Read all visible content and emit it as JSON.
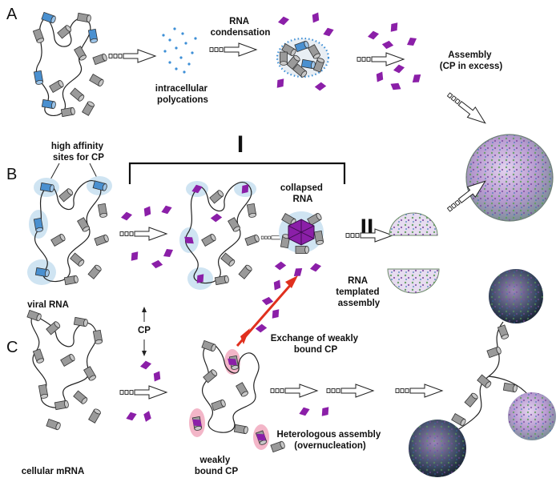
{
  "panels": {
    "a": "A",
    "b": "B",
    "c": "C"
  },
  "stage_marks": {
    "one": "I",
    "two": "II"
  },
  "labels": {
    "rna_condensation": [
      "RNA",
      "condensation"
    ],
    "polycations": [
      "intracellular",
      "polycations"
    ],
    "assembly_excess": [
      "Assembly",
      "(CP in excess)"
    ],
    "high_affinity": [
      "high affinity",
      "sites for CP"
    ],
    "collapsed_rna": [
      "collapsed",
      "RNA"
    ],
    "viral_rna": "viral RNA",
    "cp": "CP",
    "rna_templated": [
      "RNA",
      "templated",
      "assembly"
    ],
    "exchange": [
      "Exchange of weakly",
      "bound CP"
    ],
    "weakly_bound": [
      "weakly",
      "bound CP"
    ],
    "heterologous": [
      "Heterologous assembly",
      "(overnucleation)"
    ],
    "cellular_mrna": "cellular mRNA"
  },
  "colors": {
    "capsid_protein": "#8b1fa8",
    "high_affinity_site": "#4a90d0",
    "affinity_halo": "#cfe4f2",
    "weak_halo": "#f3b6c8",
    "polycation_dot": "#3d8fd6",
    "exchange_arrow": "#e0301e",
    "cylinder": "#9a9a9a"
  }
}
